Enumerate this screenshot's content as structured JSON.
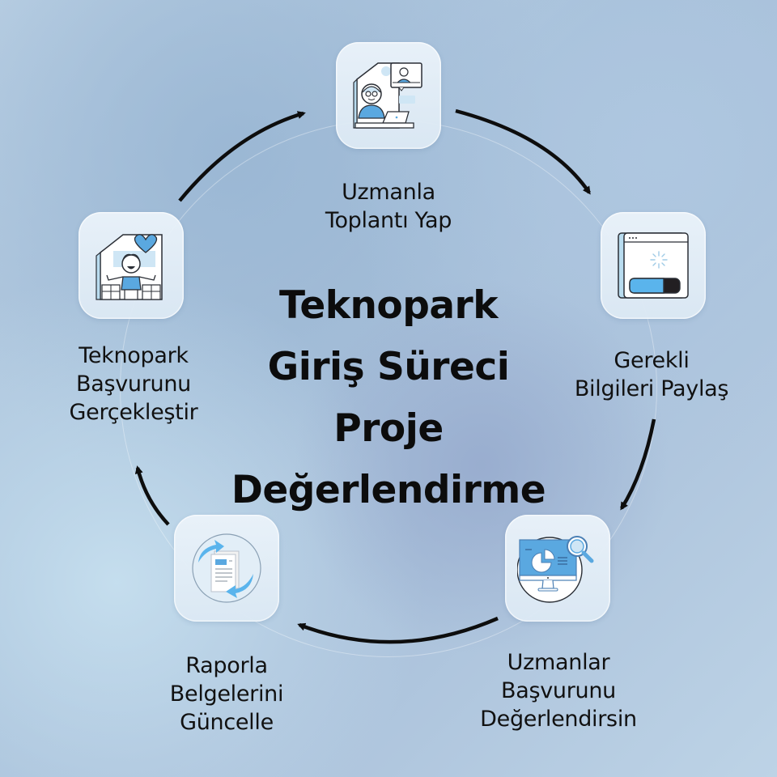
{
  "title": {
    "lines": [
      "Teknopark",
      "Giriş Süreci",
      "Proje",
      "Değerlendirme"
    ]
  },
  "colors": {
    "accent_blue": "#5aa8e0",
    "stroke": "#2b2f36",
    "arrow": "#0d0d0d",
    "tile_bg": "#e4eef7"
  },
  "steps": [
    {
      "id": 1,
      "icon": "video-meeting-icon",
      "label_lines": [
        "Uzmanla",
        "Toplantı Yap"
      ]
    },
    {
      "id": 2,
      "icon": "browser-loading-icon",
      "label_lines": [
        "Gerekli",
        "Bilgileri Paylaş"
      ]
    },
    {
      "id": 3,
      "icon": "monitor-analysis-icon",
      "label_lines": [
        "Uzmanlar",
        "Başvurunu",
        "Değerlendirsin"
      ]
    },
    {
      "id": 4,
      "icon": "document-update-icon",
      "label_lines": [
        "Raporla",
        "Belgelerini",
        "Güncelle"
      ]
    },
    {
      "id": 5,
      "icon": "welcome-home-icon",
      "label_lines": [
        "Teknopark",
        "Başvurunu",
        "Gerçekleştir"
      ]
    }
  ],
  "flow": [
    "1→2",
    "2→3",
    "3→4",
    "4→5",
    "5→1"
  ]
}
